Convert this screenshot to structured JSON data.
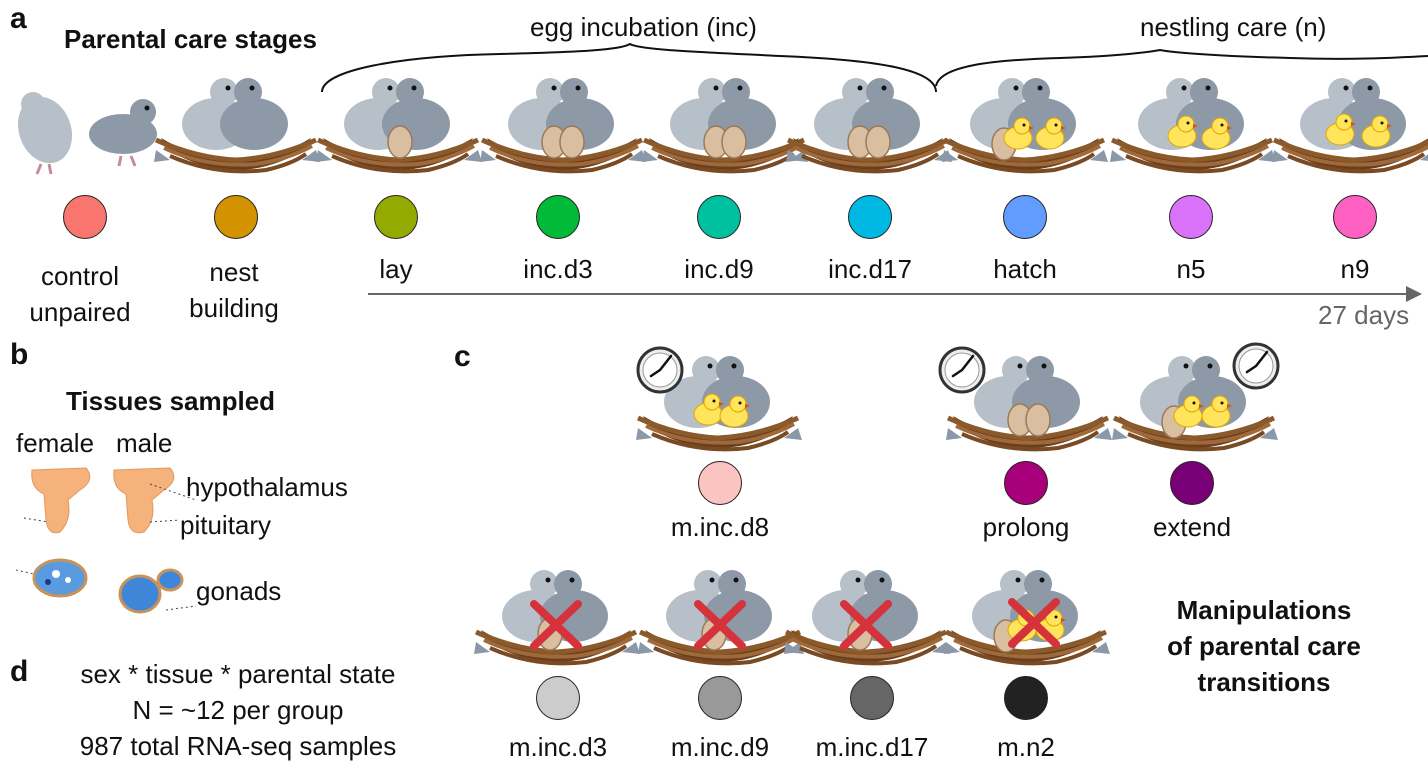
{
  "panels": {
    "a": "a",
    "b": "b",
    "c": "c",
    "d": "d"
  },
  "section_a": {
    "title": "Parental care stages",
    "brace_inc": "egg incubation (inc)",
    "brace_n": "nestling care (n)",
    "timeline": "27 days",
    "stages": [
      {
        "label": "control\nunpaired",
        "color": "#F8766D"
      },
      {
        "label": "nest\nbuilding",
        "color": "#D39200"
      },
      {
        "label": "lay",
        "color": "#93AA00"
      },
      {
        "label": "inc.d3",
        "color": "#00BA38"
      },
      {
        "label": "inc.d9",
        "color": "#00C19F"
      },
      {
        "label": "inc.d17",
        "color": "#00B9E3"
      },
      {
        "label": "hatch",
        "color": "#619CFF"
      },
      {
        "label": "n5",
        "color": "#DB72FB"
      },
      {
        "label": "n9",
        "color": "#FF61C3"
      }
    ]
  },
  "section_b": {
    "title": "Tissues sampled",
    "female": "female",
    "male": "male",
    "tissues": [
      "hypothalamus",
      "pituitary",
      "gonads"
    ]
  },
  "section_c": {
    "title_lines": [
      "Manipulations",
      "of parental care",
      "transitions"
    ],
    "manipulations": [
      {
        "label": "m.inc.d8",
        "color": "#FBC4C0"
      },
      {
        "label": "prolong",
        "color": "#A8007A"
      },
      {
        "label": "extend",
        "color": "#7A0077"
      },
      {
        "label": "m.inc.d3",
        "color": "#CCCCCC"
      },
      {
        "label": "m.inc.d9",
        "color": "#999999"
      },
      {
        "label": "m.inc.d17",
        "color": "#666666"
      },
      {
        "label": "m.n2",
        "color": "#222222"
      }
    ]
  },
  "section_d": {
    "lines": [
      "sex * tissue * parental state",
      "N = ~12 per group",
      "987 total RNA-seq samples"
    ]
  }
}
